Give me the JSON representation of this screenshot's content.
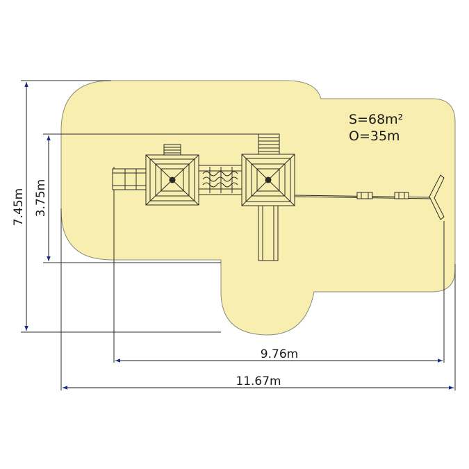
{
  "colors": {
    "safety_zone": "#f8eeb0",
    "line": "#2a2a2a",
    "dimension": "#1a1a1a",
    "arrow": "#1b2a8c",
    "structure": "#f8eeb0"
  },
  "info": {
    "area": "S=68m²",
    "perimeter": "O=35m"
  },
  "dimensions": {
    "height_total": "7.45m",
    "height_structure": "3.75m",
    "width_structure": "9.76m",
    "width_total": "11.67m"
  }
}
